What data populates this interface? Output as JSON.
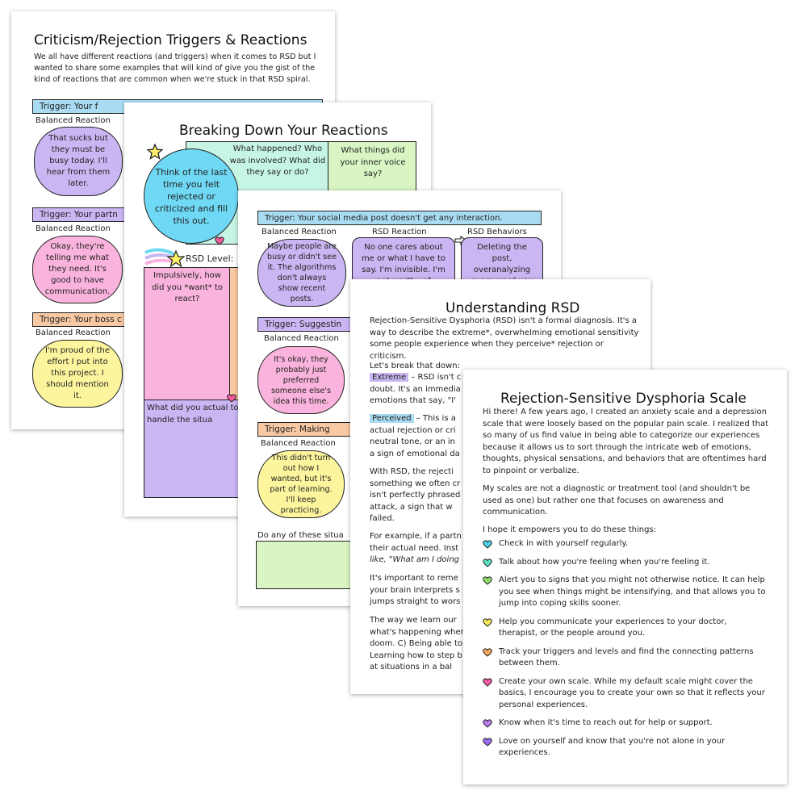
{
  "colors": {
    "blue": "#a9dcf2",
    "purple": "#c9b6f2",
    "pink": "#f9b3dc",
    "yellow": "#fdf59e",
    "orange": "#f9c9a3",
    "green": "#d8f5c3",
    "mint": "#c7f5e4",
    "cyan": "#6fd8f5"
  },
  "page1": {
    "title": "Criticism/Rejection Triggers & Reactions",
    "intro": "We all have different reactions (and triggers) when it comes to RSD but I wanted to share some examples that will kind of give you the gist of the kind of reactions that are common when we're stuck in that RSD spiral.",
    "trigger1": "Trigger: Your f",
    "trigger2": "Trigger: Your partn",
    "trigger3": "Trigger: Your boss c",
    "balanced": "Balanced Reaction",
    "bubble1": "That sucks but they must be busy today. I'll hear from them later.",
    "bubble2": "Okay, they're telling me what they need. It's good to have communication.",
    "bubble3": "I'm proud of the effort I put into this project. I should mention it."
  },
  "page2": {
    "title": "Breaking Down Your Reactions",
    "circle": "Think of the last time you felt rejected or criticized and fill this out.",
    "q1": "What happened? Who was involved? What did they say or do?",
    "q2": "What things did your inner voice say?",
    "rsd_level": "RSD Level:",
    "q3": "Impulsively, how did you *want* to react?",
    "q4": "What did you actual to handle the situa"
  },
  "page3": {
    "trigger1": "Trigger: Your social media post doesn't get any interaction.",
    "balanced": "Balanced Reaction",
    "rsd_reaction": "RSD Reaction",
    "rsd_behaviors": "RSD Behaviors",
    "bubble1": "Maybe people are busy or didn't see it. The algorithms don't always show recent posts.",
    "rsd1": "No one cares about me or what I have to say. I'm invisible. I'm not worthy of",
    "beh1": "Deleting the post, overanalyzing every word you wrote, or",
    "trigger2": "Trigger: Suggestin",
    "bubble2": "It's okay, they probably just preferred someone else's idea this time.",
    "trigger3": "Trigger: Making",
    "bubble3": "This didn't turn out how I wanted, but it's part of learning. I'll keep practicing.",
    "question": "Do any of these situa"
  },
  "page4": {
    "title": "Understanding RSD",
    "intro": "Rejection-Sensitive Dysphoria (RSD) isn't a formal diagnosis. It's a way to describe the extreme*, overwhelming emotional sensitivity some people experience when they perceive* rejection or criticism.",
    "p1": "Let's break that down:",
    "extreme_tag": "Extreme",
    "extreme_text1": " – RSD isn't c",
    "extreme_text2": "doubt. It's an immedia",
    "extreme_text3": "emotions that say, \"I'",
    "perceived_tag": "Perceived",
    "perceived_text1": " – This is a",
    "perceived_text2": "actual rejection or cri",
    "perceived_text3": "neutral tone, or an in",
    "perceived_text4": "a sign of emotional da",
    "p3": [
      "With RSD, the rejecti",
      "something we often cr",
      "isn't perfectly phrased",
      "attack, a sign that w",
      "failed."
    ],
    "p4": [
      "For example, if a partn",
      "their actual need. Inst",
      "like, \"What am I doing"
    ],
    "p5": [
      "It's important to reme",
      "your brain interprets s",
      "jumps straight to wors"
    ],
    "p6": [
      "The way we learn our",
      "what's happening when",
      "doom. C) Being able to",
      "Learning how to step b",
      "at situations in a bal"
    ]
  },
  "page5": {
    "title": "Rejection-Sensitive Dysphoria Scale",
    "intro": "Hi there! A few years ago, I created an anxiety scale and a depression scale that were loosely based on the popular pain scale. I realized that so many of us find value in being able to categorize our experiences because it allows us to sort through the intricate web of emotions, thoughts, physical sensations, and behaviors that are oftentimes hard to pinpoint or verbalize.",
    "p2": "My scales are not a diagnostic or treatment tool (and shouldn't be used as one) but rather one that focuses on awareness and communication.",
    "p3": "I hope it empowers you to do these things:",
    "items": [
      {
        "text": "Check in with yourself regularly.",
        "color": "#4fd0e6"
      },
      {
        "text": "Talk about how you're feeling when you're feeling it.",
        "color": "#5ee0c0"
      },
      {
        "text": "Alert you to signs that you might not otherwise notice. It can help you see when things might be intensifying, and that allows you to jump into coping skills sooner.",
        "color": "#8fe06a"
      },
      {
        "text": "Help you communicate your experiences to your doctor, therapist, or the people around you.",
        "color": "#f7e65a"
      },
      {
        "text": "Track your triggers and levels and find the connecting patterns between them.",
        "color": "#f7a860"
      },
      {
        "text": "Create your own scale. While my default scale might cover the basics, I encourage you to create your own so that it reflects your personal experiences.",
        "color": "#f55a9e"
      },
      {
        "text": "Know when it's time to reach out for help or support.",
        "color": "#b97bf0"
      },
      {
        "text": "Love on yourself and know that you're not alone in your experiences.",
        "color": "#9a6cf0"
      }
    ]
  }
}
